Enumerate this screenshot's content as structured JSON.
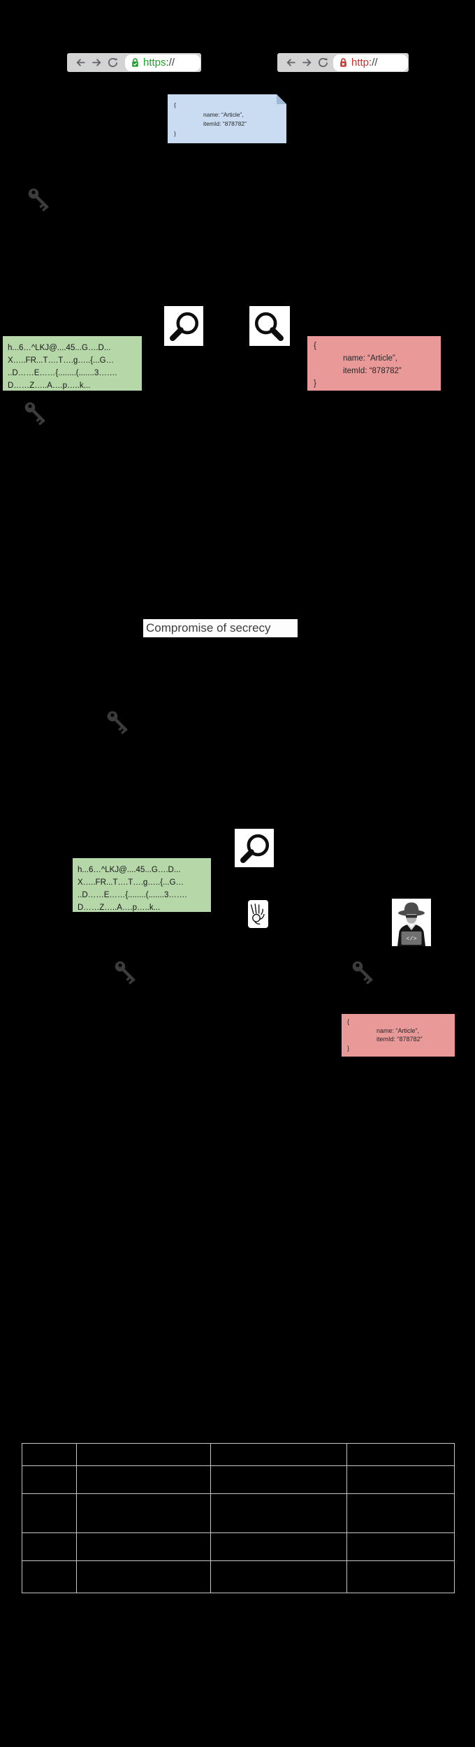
{
  "diagram": {
    "secure_browser": {
      "scheme": "https",
      "separator": "://"
    },
    "insecure_browser": {
      "scheme": "http",
      "separator": "://"
    },
    "payload": {
      "open_brace": "{",
      "field_name": "name: “Article”,",
      "field_id": "itemId: “878782”",
      "close_brace": "}"
    },
    "cipher": {
      "line1": "h...6…^LKJ@....45...G….D...",
      "line2": "X…..FR...T….T….g…..{...G…",
      "line3": "..D……E……{........(.......3…….",
      "line4": "D……Z…..A….p…..k..."
    },
    "caption": "Compromise of secrecy",
    "hacker_laptop_text": "</>",
    "table": {
      "columns": 4,
      "rows": 5
    },
    "colors": {
      "background": "#000000",
      "browser_chrome_gray": "#d3d3d3",
      "https_green": "#1fa32b",
      "http_red": "#d03025",
      "payload_note_blue": "#c9dcf2",
      "encrypted_box_green": "#b6d7a8",
      "plaintext_box_red": "#ea9999",
      "table_grid_gray": "#c4c4c4"
    },
    "icons": {
      "back": "back-arrow-icon",
      "forward": "forward-arrow-icon",
      "reload": "reload-icon",
      "secure_lock": "green-padlock-check-icon",
      "insecure_lock": "red-padlock-x-icon",
      "key": "encryption-key-icon",
      "magnifier": "magnifying-glass-icon",
      "ok_hand": "ok-hand-icon",
      "hacker": "hacker-icon"
    }
  }
}
